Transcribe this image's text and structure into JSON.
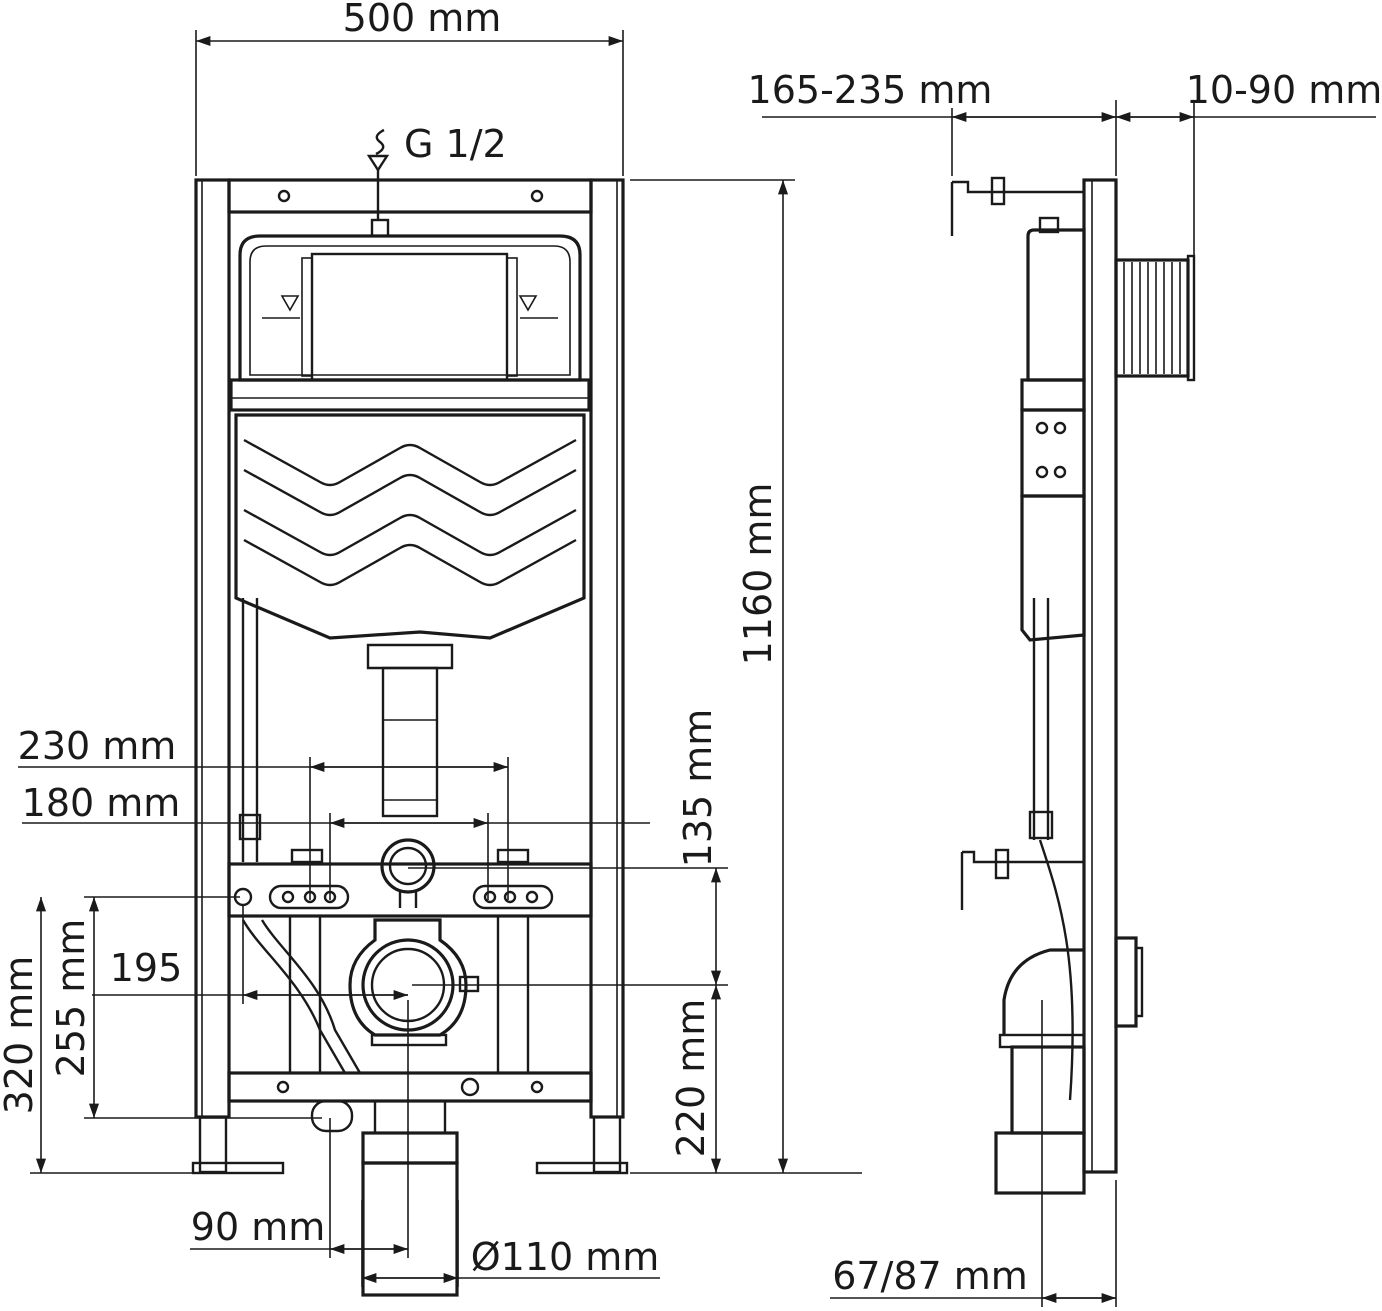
{
  "dimensions": {
    "frame_width": "500 mm",
    "frame_height": "1160 mm",
    "wall_distance": "165-235 mm",
    "panel_offset": "10-90 mm",
    "stud_spacing_outer": "230 mm",
    "stud_spacing_inner": "180 mm",
    "supply_drop": "135 mm",
    "side_mount": "195",
    "bolt_height": "255 mm",
    "support_height": "320 mm",
    "outlet_height": "220 mm",
    "outlet_offset": "90 mm",
    "outlet_diameter": "Ø110 mm",
    "depth": "67/87 mm"
  },
  "water_inlet": {
    "label": "G 1/2",
    "icon": "water-supply-icon"
  }
}
